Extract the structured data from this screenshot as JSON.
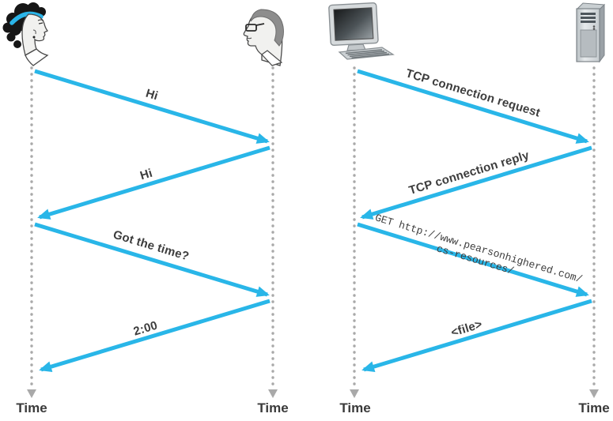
{
  "colors": {
    "arrow": "#29b6e8",
    "timeline": "#a9a9a9",
    "label_text": "#3d3d3d",
    "headband": "#2ab4e8"
  },
  "left_panel": {
    "name": "human-protocol",
    "actors": [
      {
        "name": "woman",
        "icon": "woman-profile-icon"
      },
      {
        "name": "man",
        "icon": "man-profile-icon"
      }
    ],
    "messages": [
      {
        "label": "Hi",
        "from": "woman",
        "to": "man",
        "direction": "right"
      },
      {
        "label": "Hi",
        "from": "man",
        "to": "woman",
        "direction": "left"
      },
      {
        "label": "Got the time?",
        "from": "woman",
        "to": "man",
        "direction": "right"
      },
      {
        "label": "2:00",
        "from": "man",
        "to": "woman",
        "direction": "left"
      }
    ],
    "time_labels": [
      "Time",
      "Time"
    ]
  },
  "right_panel": {
    "name": "network-protocol",
    "actors": [
      {
        "name": "client-computer",
        "icon": "desktop-computer-icon"
      },
      {
        "name": "server",
        "icon": "server-tower-icon"
      }
    ],
    "messages": [
      {
        "label": "TCP connection request",
        "from": "client-computer",
        "to": "server",
        "direction": "right"
      },
      {
        "label": "TCP connection reply",
        "from": "server",
        "to": "client-computer",
        "direction": "left"
      },
      {
        "label": "GET http://www.pearsonhighered.com/",
        "label_line2": "cs-resources/",
        "from": "client-computer",
        "to": "server",
        "direction": "right",
        "font": "monospace"
      },
      {
        "label": "<file>",
        "from": "server",
        "to": "client-computer",
        "direction": "left"
      }
    ],
    "time_labels": [
      "Time",
      "Time"
    ]
  }
}
